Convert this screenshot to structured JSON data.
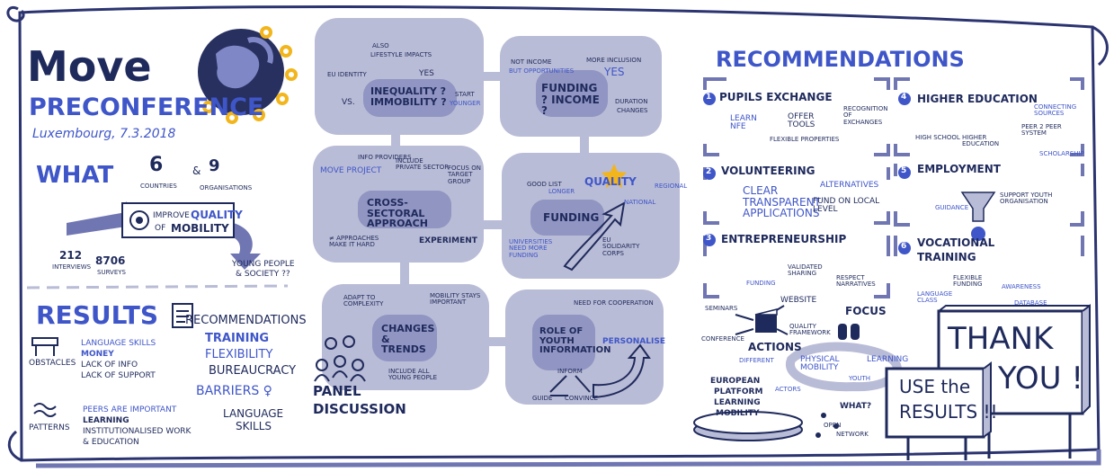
{
  "colors": {
    "navy": "#1f2a5c",
    "blue": "#3f56c9",
    "panel": "#b9bcd6",
    "panel_dark": "#6f76b2",
    "yellow": "#f2b51b",
    "paper": "#ffffff"
  },
  "left": {
    "title_1": "Move",
    "title_2": "PRECONFERENCE",
    "subtitle": "Luxembourg, 7.3.2018",
    "what": "WHAT",
    "countries_num": "6",
    "countries": "COUNTRIES",
    "amp": "&",
    "orgs_num": "9",
    "orgs": "ORGANISATIONS",
    "improve_1": "IMPROVE",
    "improve_2": "QUALITY",
    "improve_3": "OF",
    "improve_4": "MOBILITY",
    "interviews_num": "212",
    "interviews": "INTERVIEWS",
    "surveys_num": "8706",
    "surveys": "SURVEYS",
    "young_1": "YOUNG PEOPLE",
    "young_2": "& SOCIETY ??",
    "results": "RESULTS",
    "obstacles": "OBSTACLES",
    "obstacle_items": [
      "LANGUAGE SKILLS",
      "MONEY",
      "LACK OF INFO",
      "LACK OF SUPPORT"
    ],
    "patterns": "PATTERNS",
    "pattern_items": [
      "PEERS ARE IMPORTANT",
      "LEARNING",
      "INSTITUTIONALISED WORK",
      "& EDUCATION"
    ],
    "recommendations": "RECOMMENDATIONS",
    "rec_items": [
      "TRAINING",
      "FLEXIBILITY",
      "BUREAUCRACY",
      "BARRIERS ♀",
      "LANGUAGE",
      "SKILLS"
    ]
  },
  "middle": {
    "inequality": "INEQUALITY ? IMMOBILITY ?",
    "vs": "VS.",
    "also": "ALSO",
    "lifestyle": "LIFESTYLE IMPACTS",
    "eu_identity": "EU IDENTITY",
    "yes": "YES",
    "start": "START",
    "younger": "YOUNGER",
    "funding_income": "FUNDING ? INCOME ?",
    "not_income": "NOT INCOME",
    "but_opp": "BUT OPPORTUNITIES",
    "more_inclusion": "MORE INCLUSION",
    "yes2": "YES",
    "duration": "DURATION",
    "changes": "CHANGES",
    "cross": "CROSS-SECTORAL APPROACH",
    "move_project": "MOVE PROJECT",
    "info_providers": "INFO PROVIDERS",
    "include_private": "INCLUDE PRIVATE SECTOR",
    "focus_target": "FOCUS ON TARGET GROUP",
    "approaches": "≠ APPROACHES MAKE IT HARD",
    "experiment": "EXPERIMENT",
    "funding": "FUNDING",
    "good_list": "GOOD LIST",
    "longer": "LONGER",
    "quality": "QUALITY",
    "national": "NATIONAL",
    "regional": "REGIONAL",
    "universities": "UNIVERSITIES NEED MORE FUNDING",
    "eu_solidarity": "EU SOLIDARITY CORPS",
    "changes_trends": "CHANGES & TRENDS",
    "adapt": "ADAPT TO COMPLEXITY",
    "mobility_stays": "MOBILITY STAYS IMPORTANT",
    "include_all": "INCLUDE ALL YOUNG PEOPLE",
    "role_youth": "ROLE OF YOUTH INFORMATION",
    "need_coop": "NEED FOR COOPERATION",
    "personalise": "PERSONALISE",
    "inform": "INFORM",
    "guide": "GUIDE",
    "convince": "CONVINCE",
    "panel_1": "PANEL",
    "panel_2": "DISCUSSION"
  },
  "right": {
    "heading": "RECOMMENDATIONS",
    "s1": "PUPILS EXCHANGE",
    "s1_learn": "LEARN NFE",
    "s1_offer": "OFFER TOOLS",
    "s1_recog": "RECOGNITION OF EXCHANGES",
    "s1_flex": "FLEXIBLE PROPERTIES",
    "s2": "VOLUNTEERING",
    "s2_clear": "CLEAR TRANSPARENT APPLICATIONS",
    "s2_alt": "ALTERNATIVES",
    "s2_fund": "FUND ON LOCAL LEVEL",
    "s3": "ENTREPRENEURSHIP",
    "s3_funding": "FUNDING",
    "s3_validated": "VALIDATED SHARING",
    "s3_respect": "RESPECT NARRATIVES",
    "s4": "HIGHER EDUCATION",
    "s4_connecting": "CONNECTING SOURCES",
    "s4_high": "HIGH SCHOOL",
    "s4_higher": "HIGHER EDUCATION",
    "s4_peer": "PEER 2 PEER SYSTEM",
    "s4_scholarship": "SCHOLARSHIP",
    "s5": "EMPLOYMENT",
    "s5_guidance": "GUIDANCE",
    "s5_support": "SUPPORT YOUTH ORGANISATION",
    "s6a": "VOCATIONAL",
    "s6b": "TRAINING",
    "s6_flex": "FLEXIBLE FUNDING",
    "s6_aware": "AWARENESS",
    "s6_lang": "LANGUAGE CLASS",
    "s6_db": "DATABASE",
    "n1": "1",
    "n2": "2",
    "n3": "3",
    "n4": "4",
    "n5": "5",
    "n6": "6",
    "seminars": "SEMINARS",
    "conference": "CONFERENCE",
    "website": "WEBSITE",
    "quality_fw": "QUALITY FRAMEWORK",
    "actions": "ACTIONS",
    "different": "DIFFERENT",
    "actors": "ACTORS",
    "platform": [
      "EUROPEAN",
      "PLATFORM",
      "LEARNING",
      "MOBILITY"
    ],
    "focus": "FOCUS",
    "physical": "PHYSICAL MOBILITY",
    "learning": "LEARNING",
    "youth": "YOUTH",
    "what": "WHAT?",
    "open": "OPEN",
    "network": "NETWORK",
    "use_the": "USE the",
    "results": "RESULTS !!",
    "thank": "THANK",
    "you": "YOU !"
  }
}
